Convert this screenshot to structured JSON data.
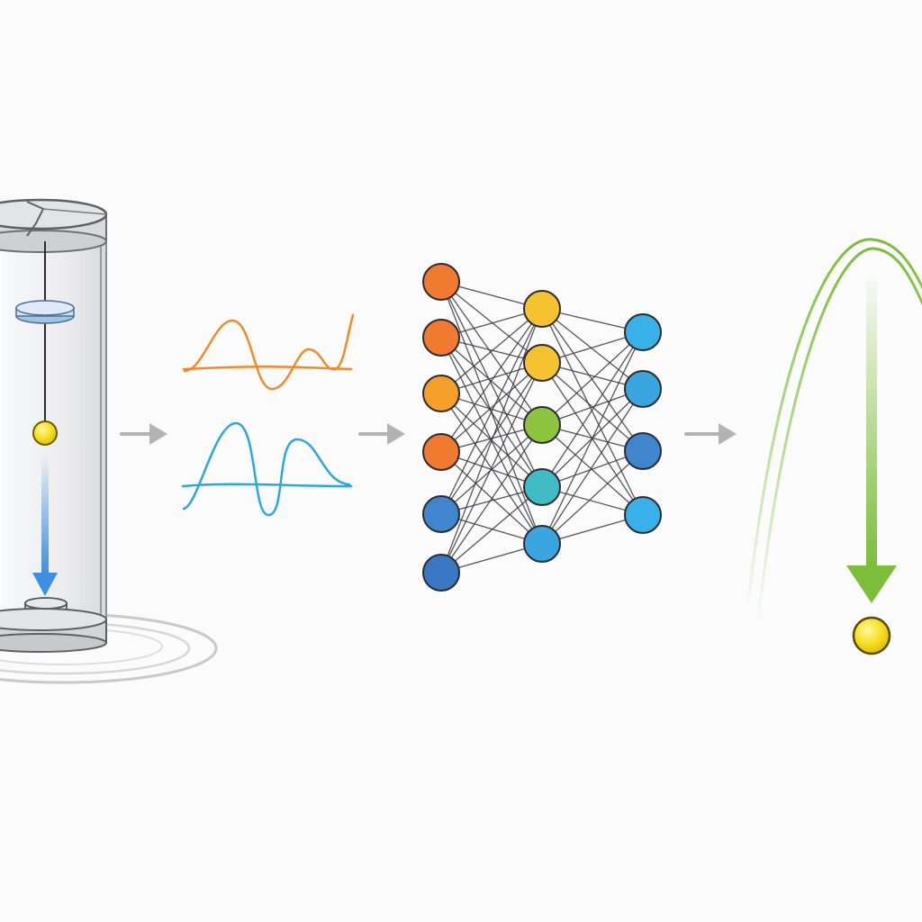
{
  "diagram": {
    "stages": [
      {
        "id": "drop-tube",
        "icon": "drop-tube-icon"
      },
      {
        "id": "signal-waves",
        "icon": "waveform-icon"
      },
      {
        "id": "neural-network",
        "icon": "neural-network-icon"
      },
      {
        "id": "trajectory",
        "icon": "parabolic-trajectory-icon"
      }
    ],
    "flow_arrows": 3,
    "network": {
      "layers": [
        6,
        5,
        4
      ],
      "colors": {
        "input": [
          "#ef7a30",
          "#ef7a30",
          "#f5a02a",
          "#ef7a30",
          "#3f86cf",
          "#3a78c4"
        ],
        "hidden": [
          "#f6c330",
          "#f6c330",
          "#8cc43f",
          "#3fbcc4",
          "#3aa6e0"
        ],
        "output": [
          "#3ab0e8",
          "#3aa6e0",
          "#3f86cf",
          "#3ab0e8"
        ]
      }
    },
    "colors": {
      "orange_wave": "#f08a2a",
      "blue_wave": "#2aa7e0",
      "arrow_gray": "#b3b3b3",
      "trajectory_green": "#7cbd3a",
      "ball_yellow": "#f6dc2a",
      "drop_arrow_blue": "#3e8fe0"
    }
  }
}
